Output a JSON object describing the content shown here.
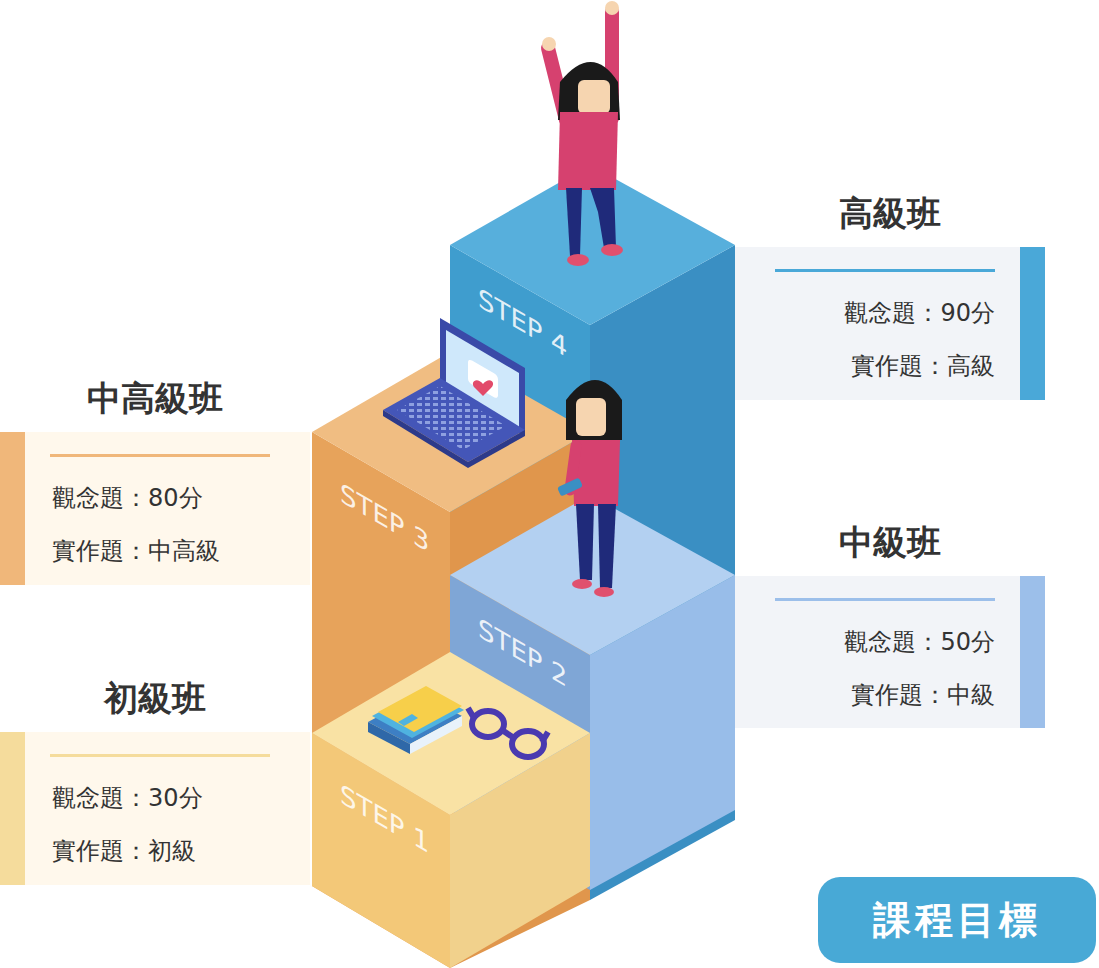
{
  "diagram": {
    "nodes": [
      {
        "text": [
          "高級班",
          "觀念題：90分",
          "實作題：高級"
        ]
      },
      {
        "text": [
          "中高級班",
          "觀念題：80分",
          "實作題：中高級"
        ]
      },
      {
        "text": [
          "中級班",
          "觀念題：50分",
          "實作題：中級"
        ]
      },
      {
        "text": [
          "初級班",
          "觀念題：30分",
          "實作題：初級"
        ]
      },
      {
        "text": [
          "課程目標"
        ]
      }
    ],
    "labels": [
      "STEP 4",
      "STEP 3",
      "STEP 2",
      "STEP 1"
    ]
  }
}
